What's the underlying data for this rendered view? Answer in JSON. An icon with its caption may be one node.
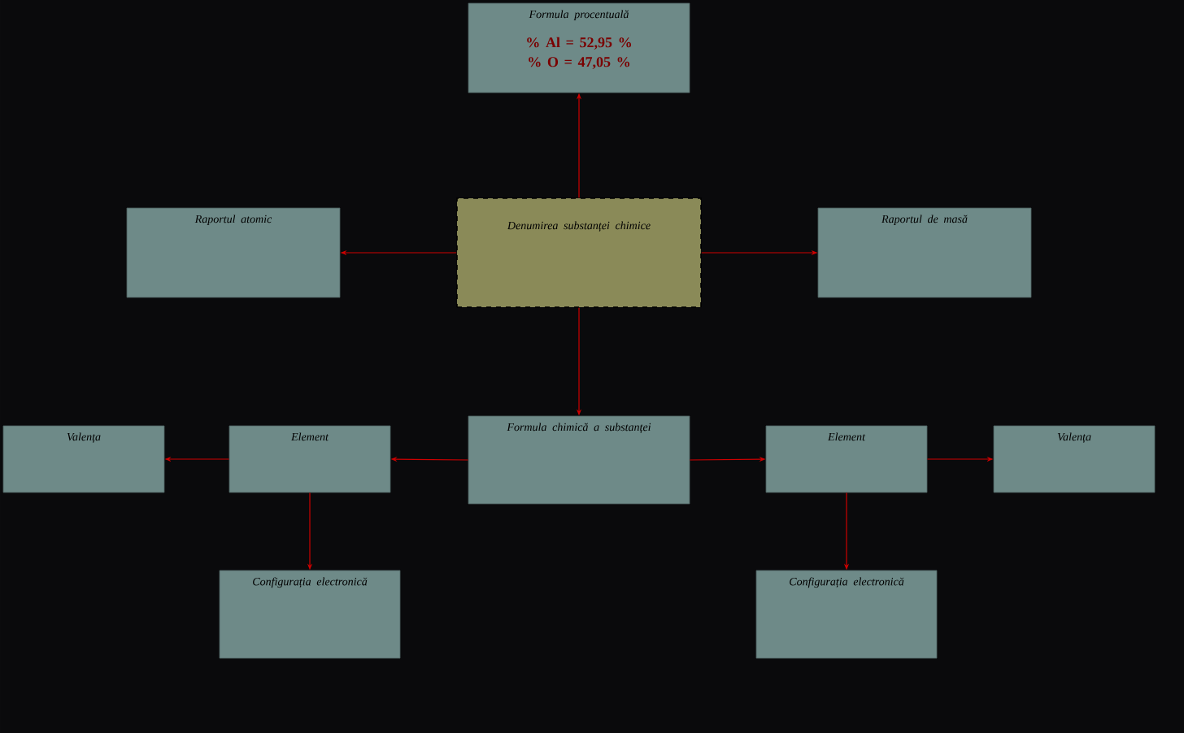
{
  "diagram": {
    "nodes": [
      {
        "text": [
          "Formula procentuală",
          "% Al = 52,95 %",
          "% O  = 47,05 %"
        ]
      },
      {
        "text": [
          "Raportul atomic"
        ]
      },
      {
        "text": [
          "Denumirea substanței chimice"
        ]
      },
      {
        "text": [
          "Raportul de masă"
        ]
      },
      {
        "text": [
          "Formula chimică a substanței"
        ]
      },
      {
        "text": [
          "Valența"
        ]
      },
      {
        "text": [
          "Element"
        ]
      },
      {
        "text": [
          "Element"
        ]
      },
      {
        "text": [
          "Valența"
        ]
      },
      {
        "text": [
          "Configurația electronică"
        ]
      },
      {
        "text": [
          "Configurația electronică"
        ]
      }
    ],
    "edges": [
      {
        "from": 2,
        "to": 0,
        "arrow": "to"
      },
      {
        "from": 2,
        "to": 1,
        "arrow": "to"
      },
      {
        "from": 2,
        "to": 3,
        "arrow": "to"
      },
      {
        "from": 2,
        "to": 4,
        "arrow": "to"
      },
      {
        "from": 4,
        "to": 6,
        "arrow": "to"
      },
      {
        "from": 6,
        "to": 5,
        "arrow": "to"
      },
      {
        "from": 4,
        "to": 7,
        "arrow": "to"
      },
      {
        "from": 7,
        "to": 8,
        "arrow": "to"
      },
      {
        "from": 6,
        "to": 9,
        "arrow": "to"
      },
      {
        "from": 7,
        "to": 10,
        "arrow": "to"
      }
    ]
  }
}
